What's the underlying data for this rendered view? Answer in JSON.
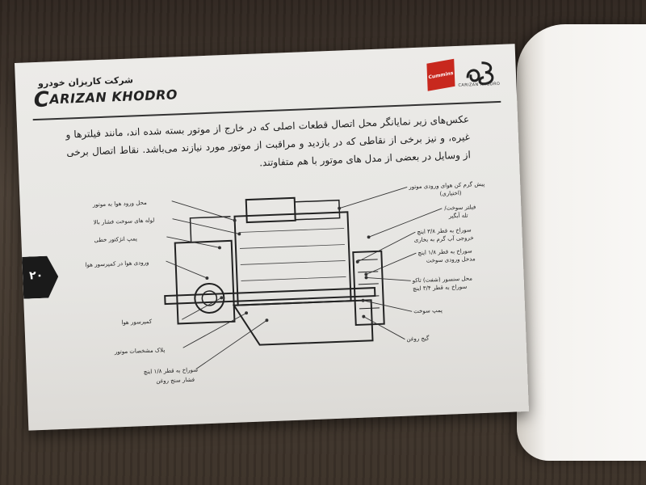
{
  "header": {
    "company_fa": "شرکت کاریزان خودرو",
    "company_en_initial": "C",
    "company_en_rest": "ARIZAN KHODRO",
    "cummins_label": "Cummins",
    "carizan_logo_label": "CARIZAN KHODRO"
  },
  "page_number": "۲۰",
  "intro_text": "عکس‌های زیر نمایانگر محل اتصال قطعات اصلی که در خارج از موتور بسته شده اند، مانند فیلترها و غیره، و نیز برخی از نقاطی که در بازدید و مراقبت از موتور مورد نیازند می‌باشد. نقاط اتصال برخی از وسایل در بعضی از مدل های موتور با هم متفاوتند.",
  "labels_left": [
    "محل ورود هوا به موتور",
    "لوله های سوخت فشار بالا",
    "پمپ انژکتور خطی",
    "ورودی هوا در کمپرسور هوا",
    "کمپرسور هوا",
    "پلاک مشخصات موتور",
    "سوراخ به قطر ۱/۸ اینچ",
    "فشار سنج روغن"
  ],
  "labels_right": [
    "پیش گرم کن هوای ورودی موتور",
    "(اختیاری)",
    "فیلتر سوخت/",
    "تله آبگیر",
    "سوراخ به قطر ۳/۸ اینچ",
    "خروجی آب گرم به بخاری",
    "سوراخ به قطر ۱/۸ اینچ",
    "مدخل ورودی سوخت",
    "محل سنسور (شفت) تاکو",
    "سوراخ به قطر ۳/۴ اینچ",
    "پمپ سوخت",
    "گیج روغن"
  ]
}
